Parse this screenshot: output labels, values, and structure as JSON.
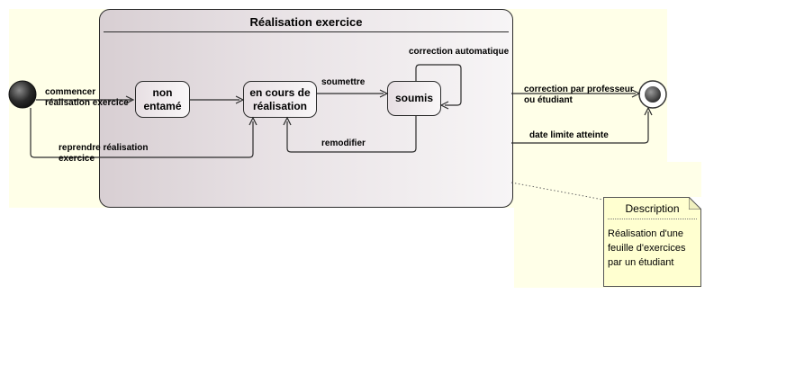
{
  "composite": {
    "title": "Réalisation exercice"
  },
  "states": {
    "non_entame": "non\nentamé",
    "en_cours": "en cours de\nréalisation",
    "soumis": "soumis"
  },
  "transitions": {
    "commencer": "commencer\nréalisation exercice",
    "reprendre": "reprendre réalisation\nexercice",
    "soumettre": "soumettre",
    "correction_auto": "correction automatique",
    "remodifier": "remodifier",
    "correction_prof": "correction par professeur\nou étudiant",
    "date_limite": "date limite atteinte"
  },
  "note": {
    "title": "Description",
    "body": "Réalisation d'une\nfeuille d'exercices\npar un étudiant"
  },
  "colors": {
    "initial_node": "#2a2a2a",
    "note_fill": "#ffffd0",
    "background": "#ffffe8"
  }
}
